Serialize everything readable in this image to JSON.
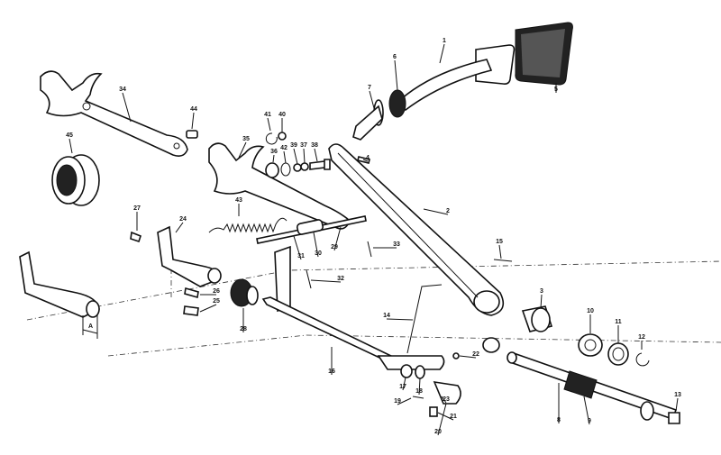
{
  "diagram": {
    "title": "Clutch and brake pedal assembly exploded view",
    "part_numbers": [
      "1",
      "2",
      "3",
      "4",
      "5",
      "6",
      "7",
      "8",
      "9",
      "10",
      "11",
      "12",
      "13",
      "14",
      "15",
      "16",
      "17",
      "18",
      "19",
      "20",
      "21",
      "22",
      "23",
      "24",
      "25",
      "26",
      "27",
      "28",
      "29",
      "30",
      "31",
      "32",
      "33",
      "34",
      "35",
      "36",
      "37",
      "38",
      "39",
      "40",
      "41",
      "42",
      "43",
      "44",
      "45"
    ],
    "dimension_label": "A"
  }
}
